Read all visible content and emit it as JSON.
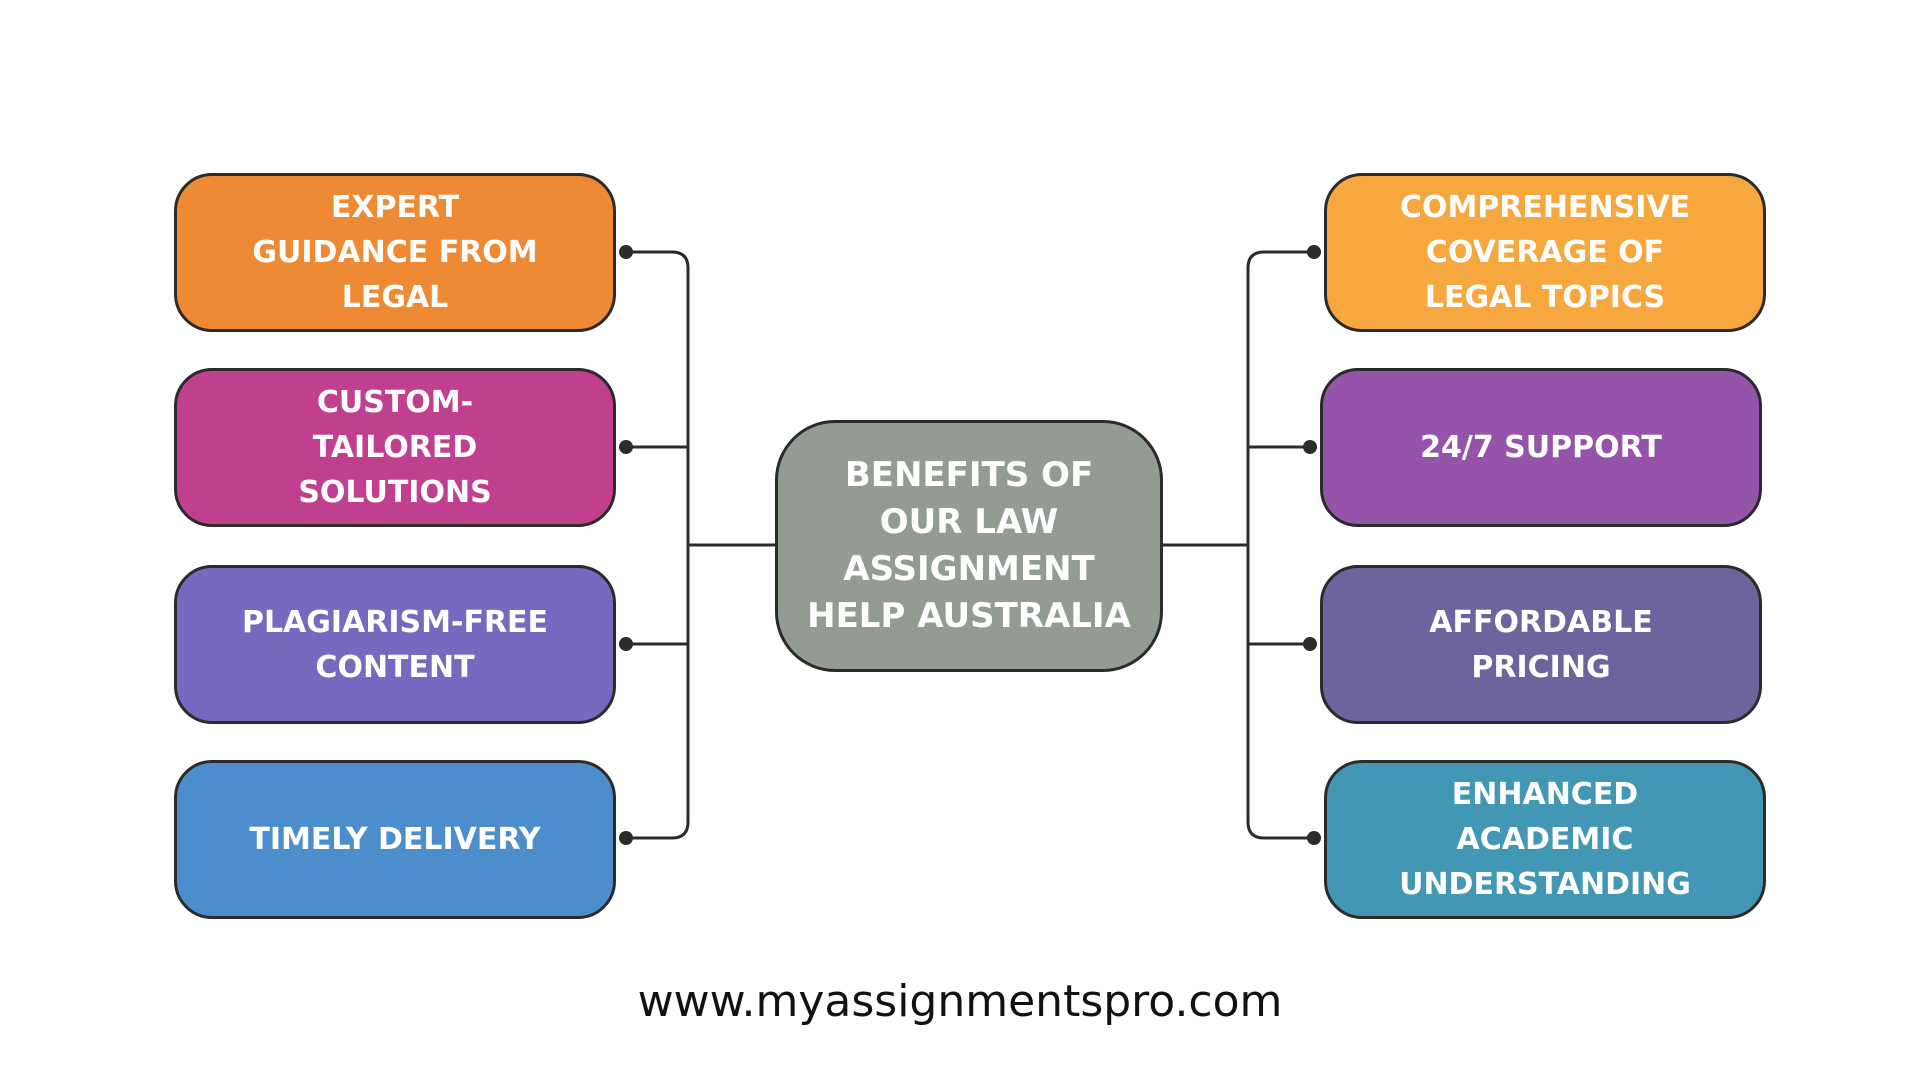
{
  "center": {
    "label": "BENEFITS OF\nOUR LAW\nASSIGNMENT\nHELP AUSTRALIA",
    "color": "#939c92"
  },
  "left_items": [
    {
      "label": "EXPERT\nGUIDANCE FROM\nLEGAL",
      "color": "#ee8a33"
    },
    {
      "label": "CUSTOM-\nTAILORED\nSOLUTIONS",
      "color": "#c13f8f"
    },
    {
      "label": "PLAGIARISM-FREE\nCONTENT",
      "color": "#7868c0"
    },
    {
      "label": "TIMELY DELIVERY",
      "color": "#4c8ecc"
    }
  ],
  "right_items": [
    {
      "label": "COMPREHENSIVE\nCOVERAGE OF\nLEGAL TOPICS",
      "color": "#f6a83e"
    },
    {
      "label": "24/7 SUPPORT",
      "color": "#9553a9"
    },
    {
      "label": "AFFORDABLE\nPRICING",
      "color": "#6e649d"
    },
    {
      "label": "ENHANCED\nACADEMIC\nUNDERSTANDING",
      "color": "#4197b4"
    }
  ],
  "footer": {
    "url": "www.myassignmentspro.com"
  },
  "line_color": "#2b2b2b"
}
